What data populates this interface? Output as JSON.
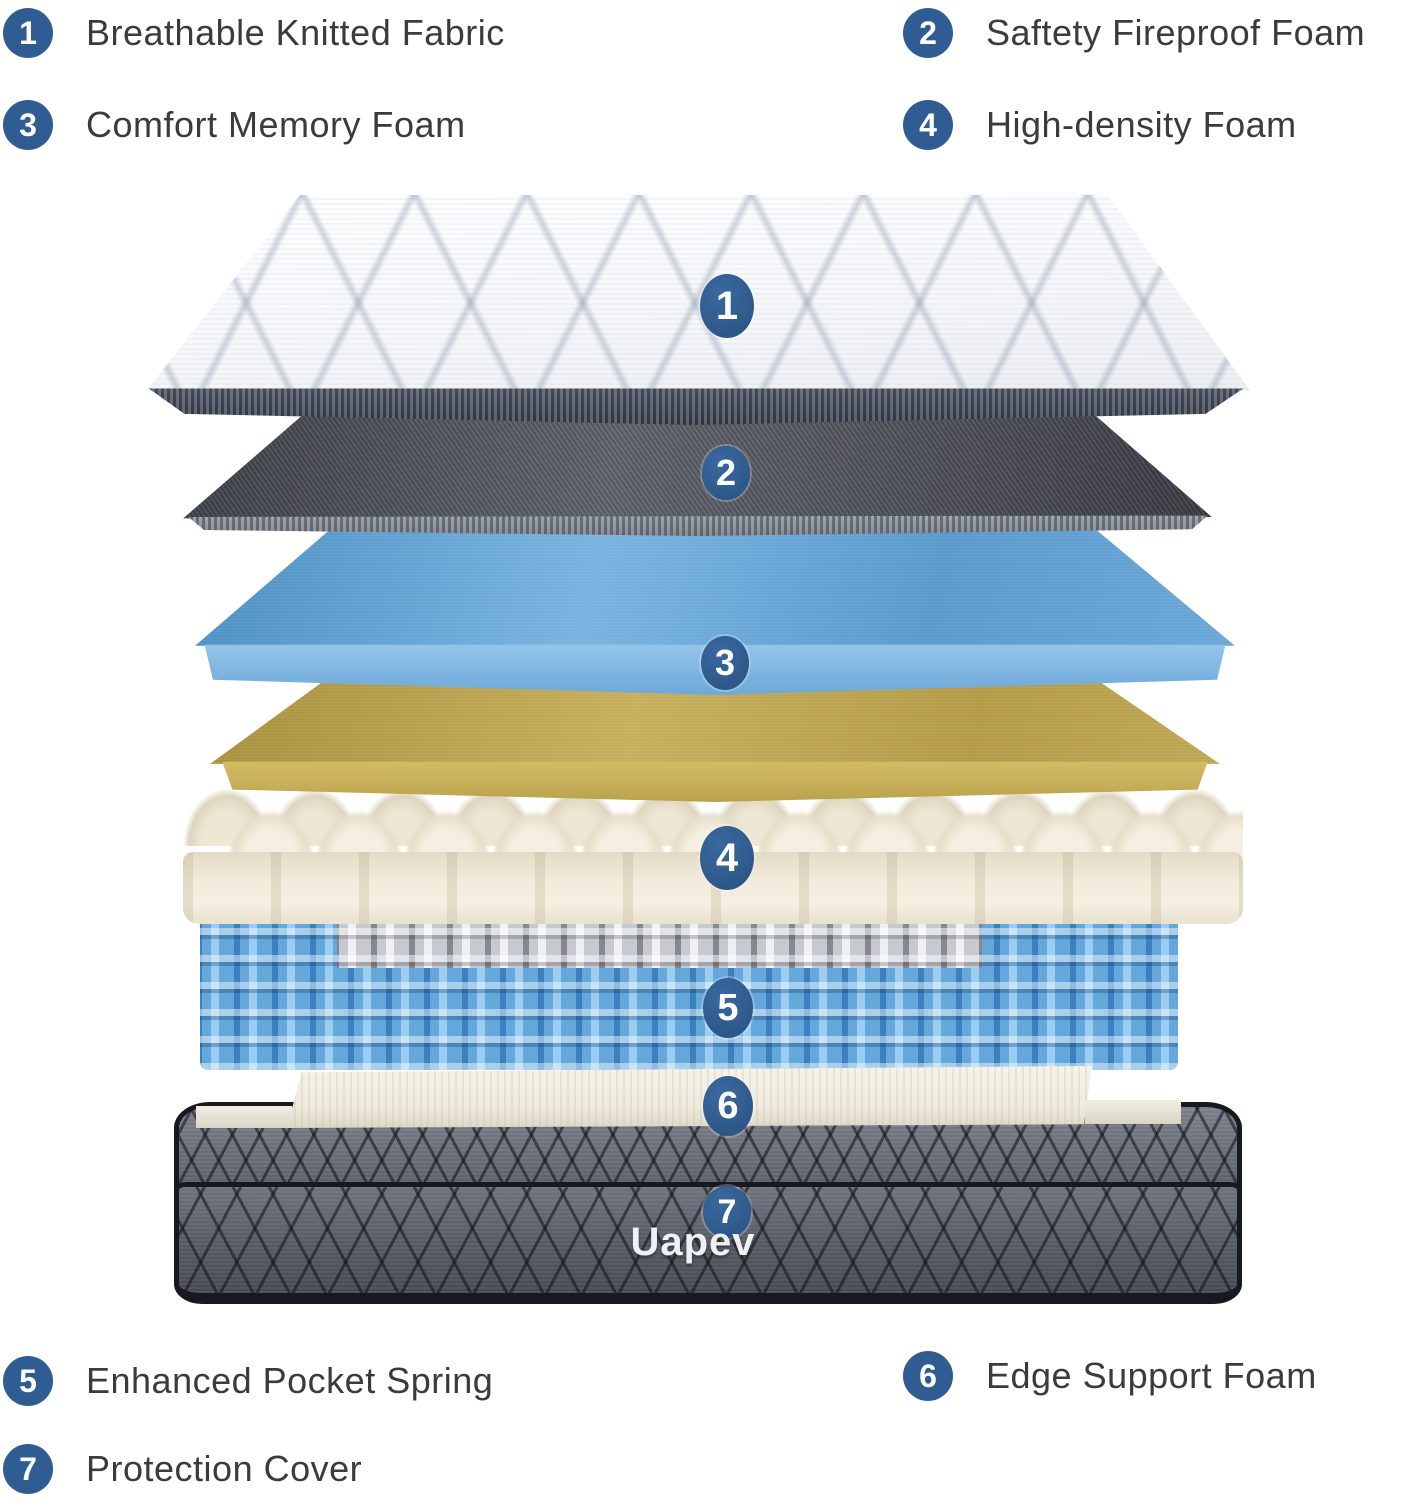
{
  "colors": {
    "badge_blue": "#2f5c92",
    "label_text": "#3a3b3e",
    "knitted_fabric_white": "#f5f6f9",
    "fireproof_gray": "#54565e",
    "memory_foam_blue": "#6fa9d8",
    "high_density_yellow": "#bda64f",
    "convoluted_cream": "#efe9d8",
    "spring_blue": "#63a7db",
    "edge_foam_white": "#efebdd",
    "base_gray": "#5b5f69"
  },
  "legend": {
    "items": [
      {
        "num": "1",
        "label": "Breathable Knitted Fabric"
      },
      {
        "num": "2",
        "label": "Saftety Fireproof Foam"
      },
      {
        "num": "3",
        "label": "Comfort Memory Foam"
      },
      {
        "num": "4",
        "label": "High-density Foam"
      },
      {
        "num": "5",
        "label": "Enhanced Pocket Spring"
      },
      {
        "num": "6",
        "label": "Edge Support Foam"
      },
      {
        "num": "7",
        "label": "Protection Cover"
      }
    ]
  },
  "diagram": {
    "badges": [
      "1",
      "2",
      "3",
      "4",
      "5",
      "6",
      "7"
    ],
    "brand_logo": "Uapev"
  }
}
